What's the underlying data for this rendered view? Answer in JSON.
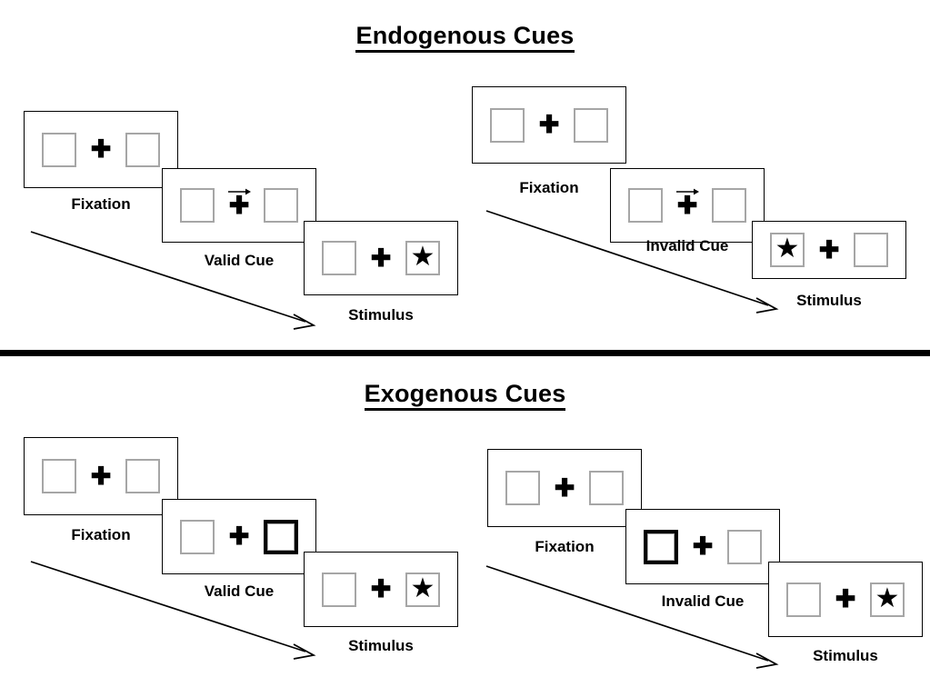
{
  "figure": {
    "sections": [
      {
        "id": "endogenous",
        "title": "Endogenous Cues",
        "columns": [
          {
            "id": "endogenous-valid",
            "frames": [
              {
                "label": "Fixation",
                "center_icon": "plus-icon",
                "cue": "none",
                "left_box": "empty",
                "right_box": "empty"
              },
              {
                "label": "Valid Cue",
                "center_icon": "plus-icon",
                "cue": "arrow-right-icon",
                "left_box": "empty",
                "right_box": "empty"
              },
              {
                "label": "Stimulus",
                "center_icon": "plus-icon",
                "cue": "none",
                "left_box": "empty",
                "right_box": "star"
              }
            ]
          },
          {
            "id": "endogenous-invalid",
            "frames": [
              {
                "label": "Fixation",
                "center_icon": "plus-icon",
                "cue": "none",
                "left_box": "empty",
                "right_box": "empty"
              },
              {
                "label": "Invalid Cue",
                "center_icon": "plus-icon",
                "cue": "arrow-right-icon",
                "left_box": "empty",
                "right_box": "empty"
              },
              {
                "label": "Stimulus",
                "center_icon": "plus-icon",
                "cue": "none",
                "left_box": "star",
                "right_box": "empty"
              }
            ]
          }
        ]
      },
      {
        "id": "exogenous",
        "title": "Exogenous Cues",
        "columns": [
          {
            "id": "exogenous-valid",
            "frames": [
              {
                "label": "Fixation",
                "center_icon": "plus-icon",
                "cue": "none",
                "left_box": "empty",
                "right_box": "empty"
              },
              {
                "label": "Valid Cue",
                "center_icon": "plus-icon",
                "cue": "none",
                "left_box": "empty",
                "right_box": "cued"
              },
              {
                "label": "Stimulus",
                "center_icon": "plus-icon",
                "cue": "none",
                "left_box": "empty",
                "right_box": "star"
              }
            ]
          },
          {
            "id": "exogenous-invalid",
            "frames": [
              {
                "label": "Fixation",
                "center_icon": "plus-icon",
                "cue": "none",
                "left_box": "empty",
                "right_box": "empty"
              },
              {
                "label": "Invalid Cue",
                "center_icon": "plus-icon",
                "cue": "none",
                "left_box": "cued",
                "right_box": "empty"
              },
              {
                "label": "Stimulus",
                "center_icon": "plus-icon",
                "cue": "none",
                "left_box": "empty",
                "right_box": "star"
              }
            ]
          }
        ]
      }
    ],
    "glyphs": {
      "plus": "✚",
      "star": "★"
    },
    "colors": {
      "box_border": "#a6a6a6",
      "cued_box_border": "#000000",
      "panel_border": "#000000",
      "divider": "#000000",
      "text": "#000000",
      "background": "#ffffff"
    }
  }
}
